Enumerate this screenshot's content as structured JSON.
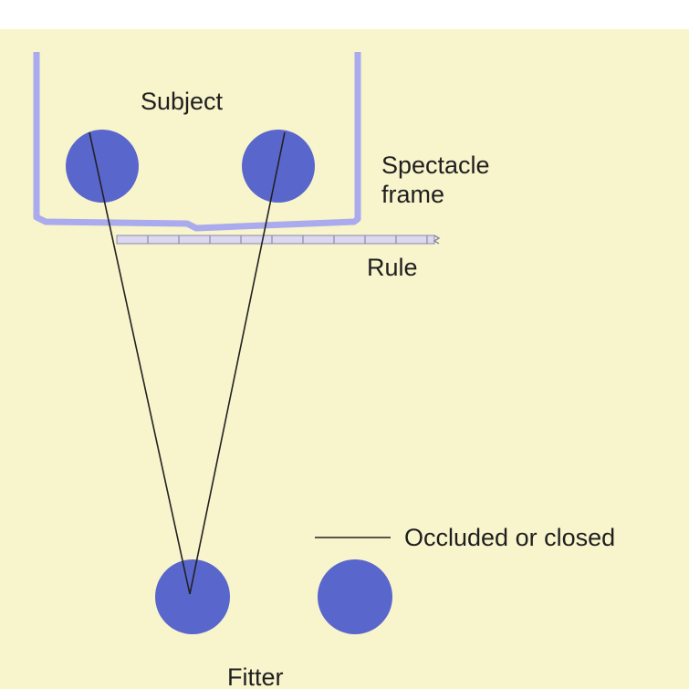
{
  "labels": {
    "subject": "Subject",
    "spectacle_frame_line1": "Spectacle",
    "spectacle_frame_line2": "frame",
    "rule": "Rule",
    "fitter": "Fitter"
  },
  "legend": {
    "occluded": "Occluded or closed"
  },
  "colors": {
    "panel": "#f8f4cc",
    "pupil": "#5966cc",
    "frame": "#aaaaee",
    "rule_fill": "#dcd8f0",
    "rule_edge": "#8a8aa8",
    "sight_line": "#222222"
  }
}
